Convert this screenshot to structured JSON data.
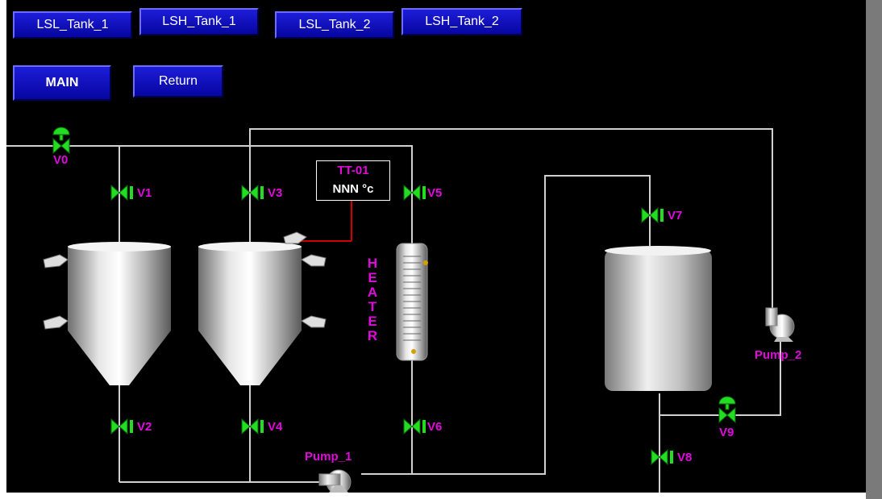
{
  "buttons": {
    "lsl_tank_1": "LSL_Tank_1",
    "lsh_tank_1": "LSH_Tank_1",
    "lsl_tank_2": "LSL_Tank_2",
    "lsh_tank_2": "LSH_Tank_2",
    "main": "MAIN",
    "return": "Return"
  },
  "valves": {
    "v0": "V0",
    "v1": "V1",
    "v2": "V2",
    "v3": "V3",
    "v4": "V4",
    "v5": "V5",
    "v6": "V6",
    "v7": "V7",
    "v8": "V8",
    "v9": "V9"
  },
  "pumps": {
    "pump_1": "Pump_1",
    "pump_2": "Pump_2"
  },
  "transmitter": {
    "tag": "TT-01",
    "value": "NNN °c"
  },
  "heater": {
    "letters": [
      "H",
      "E",
      "A",
      "T",
      "E",
      "R"
    ]
  },
  "colors": {
    "background": "#000000",
    "pipe": "#d0d0d0",
    "valve": "#22dd22",
    "label": "#e00adc",
    "button": "#1010c8",
    "signal_line": "#cc0000"
  },
  "icons": {
    "valve": "bowtie-valve-icon",
    "pump": "centrifugal-pump-icon",
    "tank": "conical-tank-icon",
    "agitator": "nozzle-icon"
  }
}
